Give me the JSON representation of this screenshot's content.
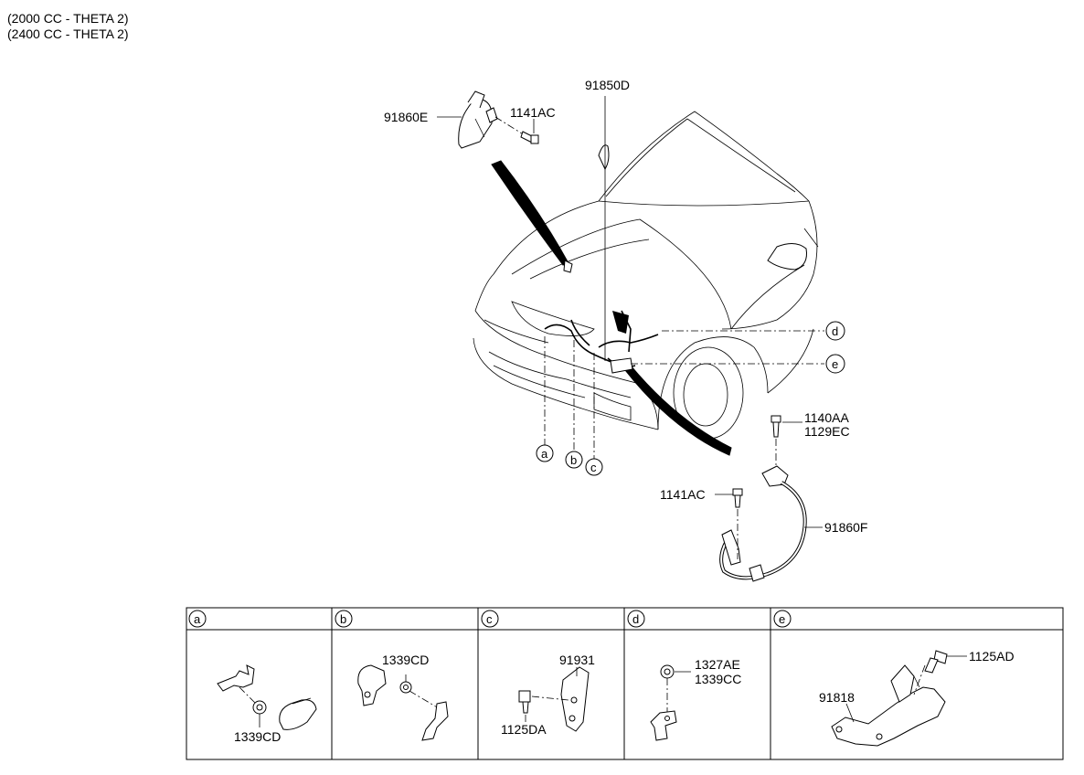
{
  "header": {
    "line1": "(2000 CC - THETA 2)",
    "line2": "(2400 CC - THETA 2)"
  },
  "labels": {
    "p91850D": "91850D",
    "p91860E": "91860E",
    "p1141AC_top": "1141AC",
    "p1140AA": "1140AA",
    "p1129EC": "1129EC",
    "p1141AC_mid": "1141AC",
    "p91860F": "91860F"
  },
  "callouts": {
    "a": "a",
    "b": "b",
    "c": "c",
    "d": "d",
    "e": "e"
  },
  "detail_panels": [
    {
      "letter": "a",
      "parts": [
        "1339CD"
      ]
    },
    {
      "letter": "b",
      "parts": [
        "1339CD"
      ]
    },
    {
      "letter": "c",
      "parts": [
        "91931",
        "1125DA"
      ]
    },
    {
      "letter": "d",
      "parts": [
        "1327AE",
        "1339CC"
      ]
    },
    {
      "letter": "e",
      "parts": [
        "1125AD",
        "91818"
      ]
    }
  ]
}
